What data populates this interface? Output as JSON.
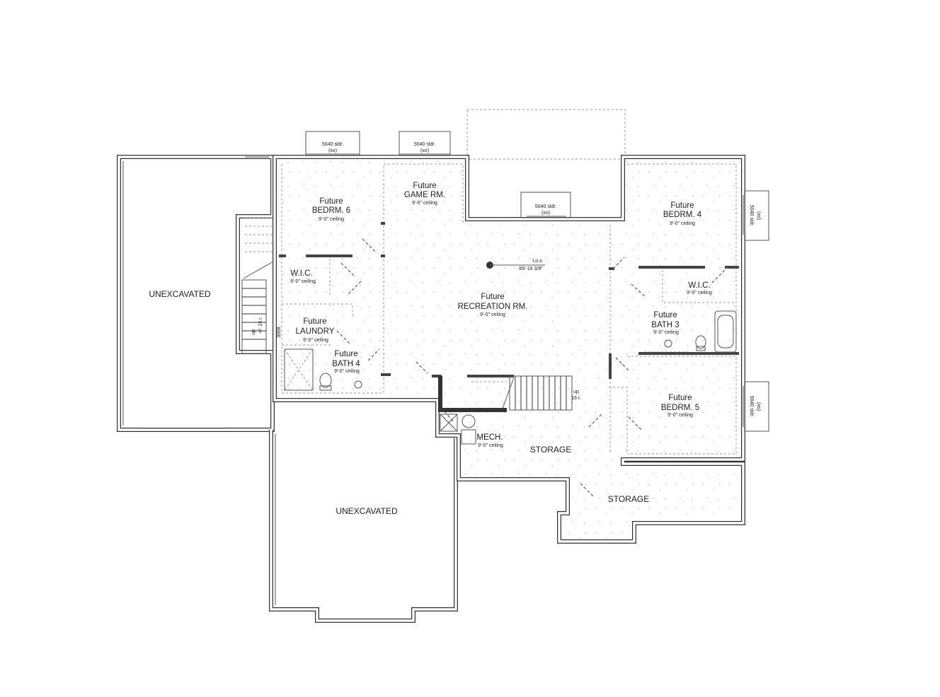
{
  "rooms": {
    "bedrm6": {
      "l1": "Future",
      "l2": "BEDRM. 6",
      "ceiling": "9'-0\" ceiling"
    },
    "gamerm": {
      "l1": "Future",
      "l2": "GAME RM.",
      "ceiling": "9'-0\" ceiling"
    },
    "bedrm4": {
      "l1": "Future",
      "l2": "BEDRM. 4",
      "ceiling": "9'-0\" ceiling"
    },
    "wic_left": {
      "l1": "W.I.C.",
      "ceiling": "9'-0\" ceiling"
    },
    "wic_right": {
      "l1": "W.I.C.",
      "ceiling": "9'-0\" ceiling"
    },
    "recreation": {
      "l1": "Future",
      "l2": "RECREATION RM.",
      "ceiling": "9'-0\" ceiling"
    },
    "laundry": {
      "l1": "Future",
      "l2": "LAUNDRY",
      "ceiling": "9'-0\" ceiling"
    },
    "bath4": {
      "l1": "Future",
      "l2": "BATH 4",
      "ceiling": "9'-0\" ceiling"
    },
    "bath3": {
      "l1": "Future",
      "l2": "BATH 3",
      "ceiling": "9'-0\" ceiling"
    },
    "bedrm5": {
      "l1": "Future",
      "l2": "BEDRM. 5",
      "ceiling": "9'-0\" ceiling"
    },
    "mech": {
      "l1": "MECH.",
      "ceiling": "9'-0\" ceiling"
    },
    "storage_main": {
      "l1": "STORAGE"
    },
    "storage_right": {
      "l1": "STORAGE"
    },
    "unexc_left": {
      "l1": "UNEXCAVATED"
    },
    "unexc_bottom": {
      "l1": "UNEXCAVATED"
    }
  },
  "windows": {
    "w1": {
      "l1": "5040 sldr.",
      "l2": "(xo)"
    },
    "w2": {
      "l1": "5040 sldr.",
      "l2": "(xo)"
    },
    "w3": {
      "l1": "5040 sldr.",
      "l2": "(xo)"
    },
    "w4": {
      "l1": "5040 sldr.",
      "l2": "(xo)"
    },
    "w5": {
      "l1": "5040 sldr.",
      "l2": "(xo)"
    }
  },
  "stairs": {
    "left": {
      "l1": "up",
      "l2": "+/- 15 r."
    },
    "center": {
      "l1": "up",
      "l2": "16 r."
    }
  },
  "door_code": "3068",
  "elevation": {
    "l1": "t.o.s.",
    "l2": "89'-10 3/8\""
  }
}
